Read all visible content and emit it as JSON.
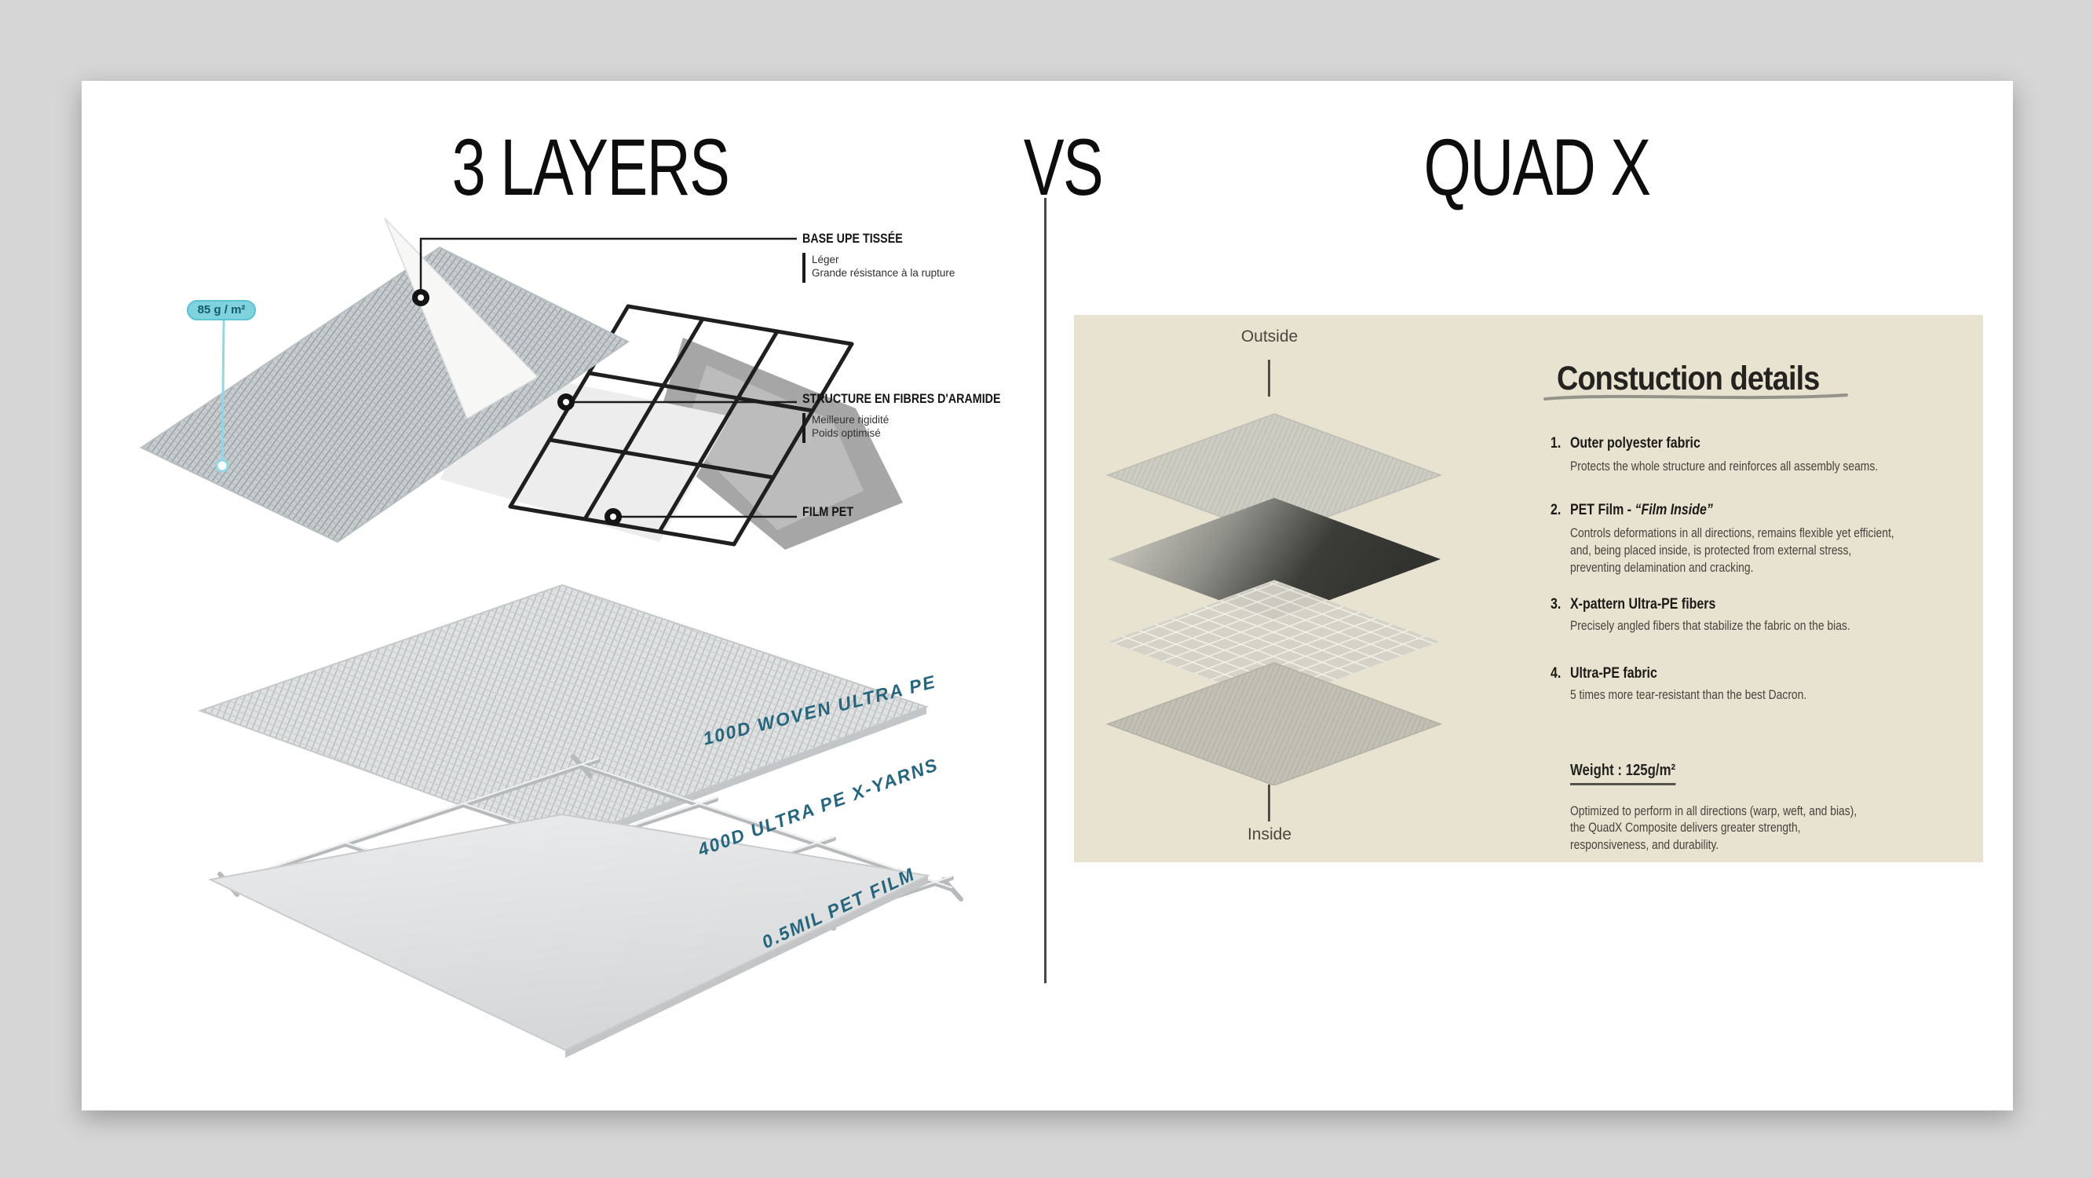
{
  "colors": {
    "background": "#d6d6d6",
    "slide": "#ffffff",
    "panel_beige": "#e8e2d1",
    "accent_cyan": "#7fd2de",
    "teal_label": "#26657e",
    "heading_text": "#24231f",
    "body_text": "#46443c",
    "divider": "#474747"
  },
  "header": {
    "left_title": "3 LAYERS",
    "vs": "VS",
    "right_title": "QUAD X"
  },
  "left_diagram": {
    "weight_badge": "85 g / m²",
    "callouts": [
      {
        "label": "BASE UPE TISSÉE",
        "lines": "Léger\nGrande résistance à la rupture"
      },
      {
        "label": "STRUCTURE EN FIBRES D'ARAMIDE",
        "lines": "Meilleure rigidité\nPoids optimisé"
      },
      {
        "label": "FILM PET",
        "lines": ""
      }
    ],
    "exploded_layers": [
      "100D WOVEN ULTRA PE",
      "400D ULTRA PE X-YARNS",
      "0.5MIL PET FILM"
    ]
  },
  "right_panel": {
    "outside": "Outside",
    "inside": "Inside",
    "heading": "Constuction details",
    "items": [
      {
        "num": "1.",
        "title": "Outer polyester fabric",
        "title_em": "",
        "desc": "Protects the whole structure and reinforces all assembly seams."
      },
      {
        "num": "2.",
        "title": "PET Film - ",
        "title_em": "“Film Inside”",
        "desc": "Controls deformations in all directions, remains flexible yet efficient,\nand, being placed inside, is protected from external stress,\npreventing delamination and cracking."
      },
      {
        "num": "3.",
        "title": "X-pattern Ultra-PE fibers",
        "title_em": "",
        "desc": "Precisely angled fibers that stabilize the fabric on the bias."
      },
      {
        "num": "4.",
        "title": "Ultra-PE fabric",
        "title_em": "",
        "desc": "5 times more tear-resistant than the best Dacron."
      }
    ],
    "weight": "Weight : 125g/m²",
    "footer": "Optimized to perform in all directions (warp, weft, and bias),\nthe QuadX Composite delivers greater strength,\nresponsiveness, and durability."
  }
}
